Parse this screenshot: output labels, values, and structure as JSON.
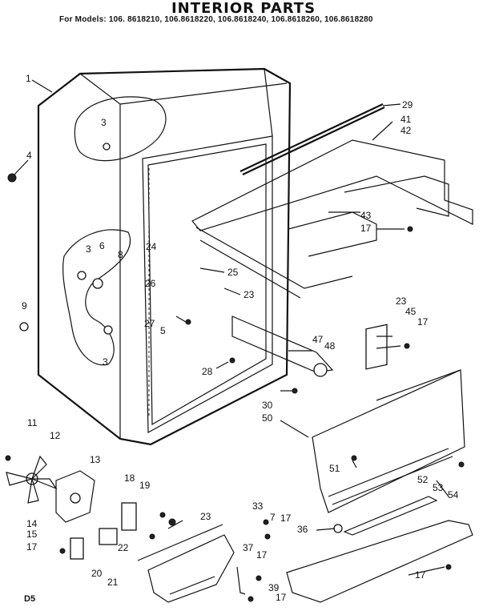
{
  "header": {
    "title": "INTERIOR PARTS",
    "models": "For Models: 106. 8618210, 106.8618220, 106.8618240, 106.8618260, 106.8618280"
  },
  "footer_code": "D5",
  "callouts": [
    {
      "id": "c1",
      "text": "1"
    },
    {
      "id": "c3a",
      "text": "3"
    },
    {
      "id": "c4",
      "text": "4"
    },
    {
      "id": "c29",
      "text": "29"
    },
    {
      "id": "c41",
      "text": "41"
    },
    {
      "id": "c42",
      "text": "42"
    },
    {
      "id": "c43",
      "text": "43"
    },
    {
      "id": "c17a",
      "text": "17"
    },
    {
      "id": "c3b",
      "text": "3"
    },
    {
      "id": "c6",
      "text": "6"
    },
    {
      "id": "c8",
      "text": "8"
    },
    {
      "id": "c24",
      "text": "24"
    },
    {
      "id": "c25",
      "text": "25"
    },
    {
      "id": "c9",
      "text": "9"
    },
    {
      "id": "c26",
      "text": "26"
    },
    {
      "id": "c23a",
      "text": "23"
    },
    {
      "id": "c23b",
      "text": "23"
    },
    {
      "id": "c45",
      "text": "45"
    },
    {
      "id": "c17b",
      "text": "17"
    },
    {
      "id": "c27",
      "text": "27"
    },
    {
      "id": "c5",
      "text": "5"
    },
    {
      "id": "c3c",
      "text": "3"
    },
    {
      "id": "c47",
      "text": "47"
    },
    {
      "id": "c48",
      "text": "48"
    },
    {
      "id": "c28",
      "text": "28"
    },
    {
      "id": "c30",
      "text": "30"
    },
    {
      "id": "c50",
      "text": "50"
    },
    {
      "id": "c11",
      "text": "11"
    },
    {
      "id": "c12",
      "text": "12"
    },
    {
      "id": "c13",
      "text": "13"
    },
    {
      "id": "c51",
      "text": "51"
    },
    {
      "id": "c18",
      "text": "18"
    },
    {
      "id": "c19",
      "text": "19"
    },
    {
      "id": "c52",
      "text": "52"
    },
    {
      "id": "c53",
      "text": "53"
    },
    {
      "id": "c54",
      "text": "54"
    },
    {
      "id": "c33",
      "text": "33"
    },
    {
      "id": "c7",
      "text": "7"
    },
    {
      "id": "c17c",
      "text": "17"
    },
    {
      "id": "c23c",
      "text": "23"
    },
    {
      "id": "c14",
      "text": "14"
    },
    {
      "id": "c15",
      "text": "15"
    },
    {
      "id": "c17d",
      "text": "17"
    },
    {
      "id": "c22",
      "text": "22"
    },
    {
      "id": "c36",
      "text": "36"
    },
    {
      "id": "c37",
      "text": "37"
    },
    {
      "id": "c17e",
      "text": "17"
    },
    {
      "id": "c20",
      "text": "20"
    },
    {
      "id": "c21",
      "text": "21"
    },
    {
      "id": "c17f",
      "text": "17"
    },
    {
      "id": "c39",
      "text": "39"
    },
    {
      "id": "c17g",
      "text": "17"
    }
  ]
}
